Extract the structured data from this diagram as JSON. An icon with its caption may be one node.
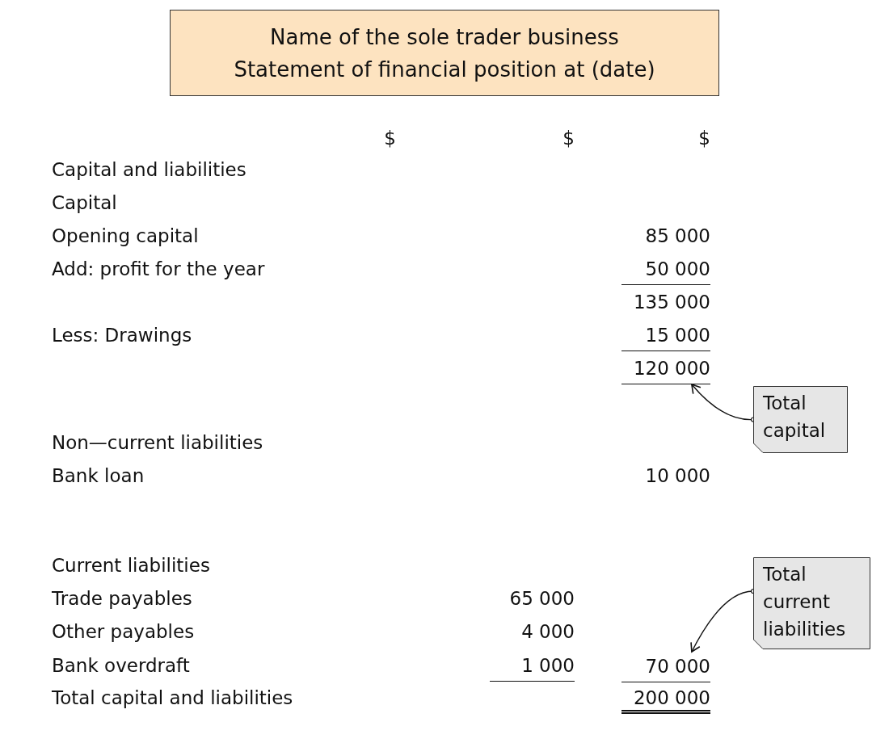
{
  "diagram": {
    "nodes": [
      {
        "text": [
          "Name of the sole trader business",
          "Statement of financial position at (date)"
        ]
      },
      {
        "text": [
          "120 000"
        ]
      },
      {
        "text": [
          "Total capital"
        ]
      },
      {
        "text": [
          "Total current liabilities"
        ]
      },
      {
        "text": [
          "70 000"
        ]
      }
    ],
    "edges": [
      {
        "from": 2,
        "to": 1,
        "arrow": "to"
      },
      {
        "from": 3,
        "to": 4,
        "arrow": "to"
      }
    ],
    "labels": [
      "$",
      "$",
      "$",
      "Capital and liabilities",
      "Capital",
      "Opening capital",
      "85 000",
      "Add: profit for the year",
      "50 000",
      "135 000",
      "Less: Drawings",
      "15 000",
      "Non—current liabilities",
      "Bank loan",
      "10 000",
      "Current liabilities",
      "Trade payables",
      "65 000",
      "Other payables",
      "4 000",
      "Bank overdraft",
      "1 000",
      "Total capital and liabilities",
      "200 000"
    ]
  }
}
